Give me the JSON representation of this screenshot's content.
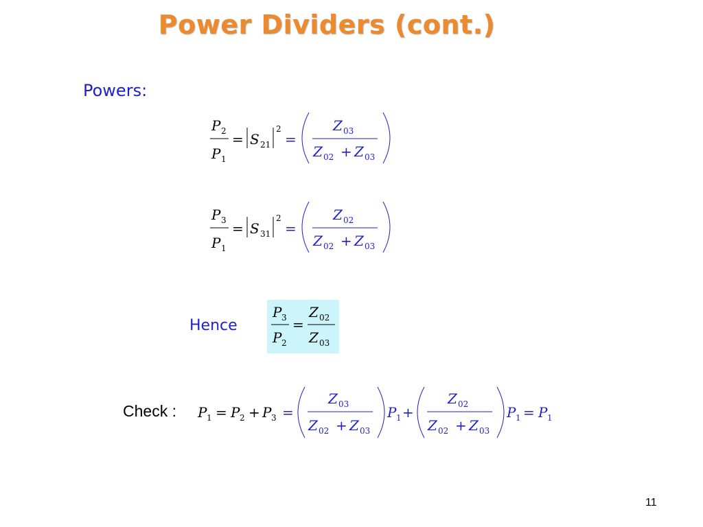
{
  "slide": {
    "title": "Power Dividers (cont.)",
    "powers_label": "Powers:",
    "hence_label": "Hence",
    "check_label": "Check :",
    "page_number": "11"
  },
  "equations": {
    "eq1": {
      "lhs_num": "P",
      "lhs_num_sub": "2",
      "lhs_den": "P",
      "lhs_den_sub": "1",
      "op_eq": "=",
      "s_param": "S",
      "s_sub": "21",
      "s_sup": "2",
      "rhs_num": "Z",
      "rhs_num_sub": "03",
      "rhs_den_a": "Z",
      "rhs_den_a_sub": "02",
      "plus": "+",
      "rhs_den_b": "Z",
      "rhs_den_b_sub": "03"
    },
    "eq2": {
      "lhs_num": "P",
      "lhs_num_sub": "3",
      "lhs_den": "P",
      "lhs_den_sub": "1",
      "op_eq": "=",
      "s_param": "S",
      "s_sub": "31",
      "s_sup": "2",
      "rhs_num": "Z",
      "rhs_num_sub": "02",
      "rhs_den_a": "Z",
      "rhs_den_a_sub": "02",
      "plus": "+",
      "rhs_den_b": "Z",
      "rhs_den_b_sub": "03"
    },
    "hence": {
      "lhs_num": "P",
      "lhs_num_sub": "3",
      "lhs_den": "P",
      "lhs_den_sub": "2",
      "op_eq": "=",
      "rhs_num": "Z",
      "rhs_num_sub": "02",
      "rhs_den": "Z",
      "rhs_den_sub": "03"
    },
    "check": {
      "p1": "P",
      "p1_sub": "1",
      "p2": "P",
      "p2_sub": "2",
      "p3": "P",
      "p3_sub": "3",
      "op_eq": "=",
      "plus": "+",
      "f1_num": "Z",
      "f1_num_sub": "03",
      "f1_den_a": "Z",
      "f1_den_a_sub": "02",
      "f1_den_b": "Z",
      "f1_den_b_sub": "03",
      "f2_num": "Z",
      "f2_num_sub": "02",
      "f2_den_a": "Z",
      "f2_den_a_sub": "02",
      "f2_den_b": "Z",
      "f2_den_b_sub": "03",
      "res": "P",
      "res_sub": "1"
    }
  },
  "colors": {
    "title": "#ee8a2e",
    "blue_text": "#1f20c9",
    "highlight_box": "#ccf5fb"
  }
}
